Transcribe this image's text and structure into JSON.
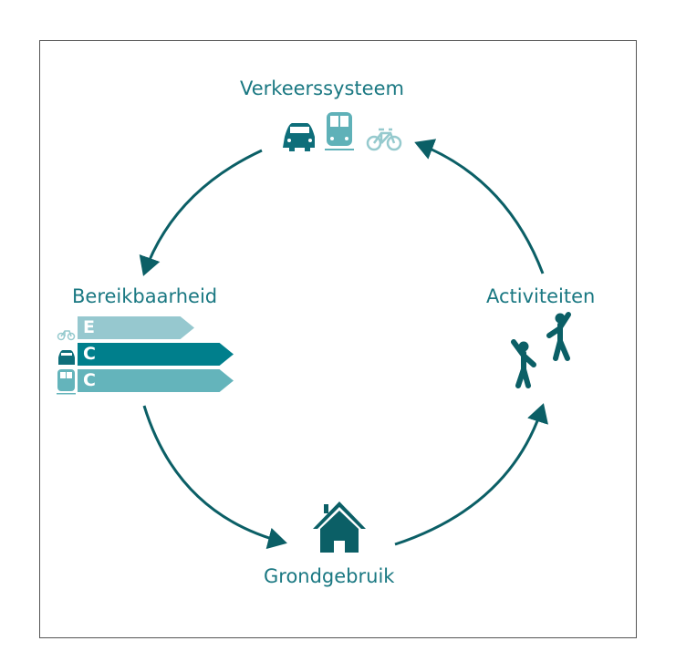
{
  "nodes": {
    "top": "Verkeerssysteem",
    "left": "Bereikbaarheid",
    "right": "Activiteiten",
    "bottom": "Grondgebruik"
  },
  "ratings": [
    {
      "mode": "bike",
      "label": "E",
      "color": "#96c8cf"
    },
    {
      "mode": "car",
      "label": "C",
      "color": "#007f8c"
    },
    {
      "mode": "train",
      "label": "C",
      "color": "#64b4bb"
    }
  ],
  "colors": {
    "arrow": "#0b5f66",
    "text": "#1a7882",
    "car": "#0e6e7a",
    "train": "#5fb1b8",
    "bike": "#96cace"
  }
}
